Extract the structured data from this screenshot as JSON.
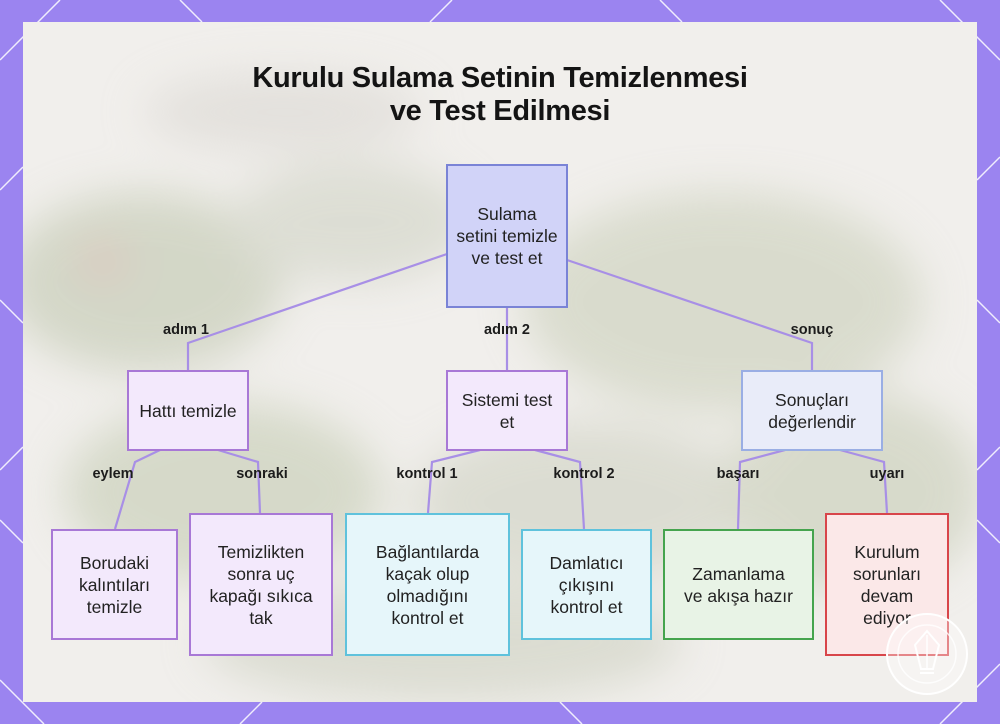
{
  "title": {
    "line1": "Kurulu Sulama Setinin Temizlenmesi",
    "line2": "ve Test Edilmesi"
  },
  "nodes": {
    "root": "Sulama setini temizle ve test et",
    "clean_line": "Hattı temizle",
    "test_system": "Sistemi test et",
    "evaluate": "Sonuçları değerlendir",
    "remove_debris": "Borudaki kalıntıları temizle",
    "end_cap": "Temizlikten sonra uç kapağı sıkıca tak",
    "check_leaks": "Bağlantılarda kaçak olup olmadığını kontrol et",
    "check_emitters": "Damlatıcı çıkışını kontrol et",
    "timer_ready": "Zamanlama ve akışa hazır",
    "issues": "Kurulum sorunları devam ediyor"
  },
  "edge_labels": {
    "step1": "adım 1",
    "step2": "adım 2",
    "result": "sonuç",
    "action": "eylem",
    "next": "sonraki",
    "check1": "kontrol 1",
    "check2": "kontrol 2",
    "success": "başarı",
    "warning": "uyarı"
  },
  "colors": {
    "frame": "#9b84f0",
    "panel": "#f1efec",
    "edge": "#a88fe6",
    "root_fill": "#d1d3f8",
    "purple_fill": "#f3e9fc",
    "cyan_border": "#5fc2dc",
    "green_border": "#45a44e",
    "red_border": "#d8454a"
  },
  "icons": [
    "quill-logo-icon"
  ]
}
